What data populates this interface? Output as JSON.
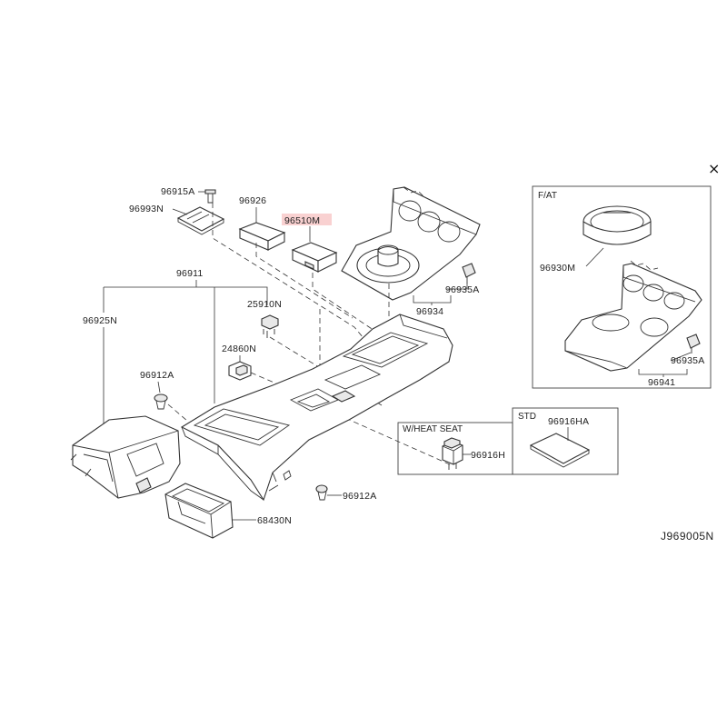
{
  "close_glyph": "×",
  "highlight_color": "#f7c2c2",
  "parts": {
    "p96915A": "96915A",
    "p96993N": "96993N",
    "p96926": "96926",
    "p96510M": "96510M",
    "p96911": "96911",
    "p96925N": "96925N",
    "p25910N": "25910N",
    "p24860N": "24860N",
    "p96912A_top": "96912A",
    "p96912A_bottom": "96912A",
    "p68430N": "68430N",
    "p96934": "96934",
    "p96935A_main": "96935A",
    "p96930M": "96930M",
    "p96935A_inset": "96935A",
    "p96941": "96941",
    "p96916H": "96916H",
    "p96916HA": "96916HA"
  },
  "boxes": {
    "fat_title": "F/AT",
    "heat_title": "W/HEAT SEAT",
    "std_title": "STD"
  },
  "diagram_code": "J969005N"
}
